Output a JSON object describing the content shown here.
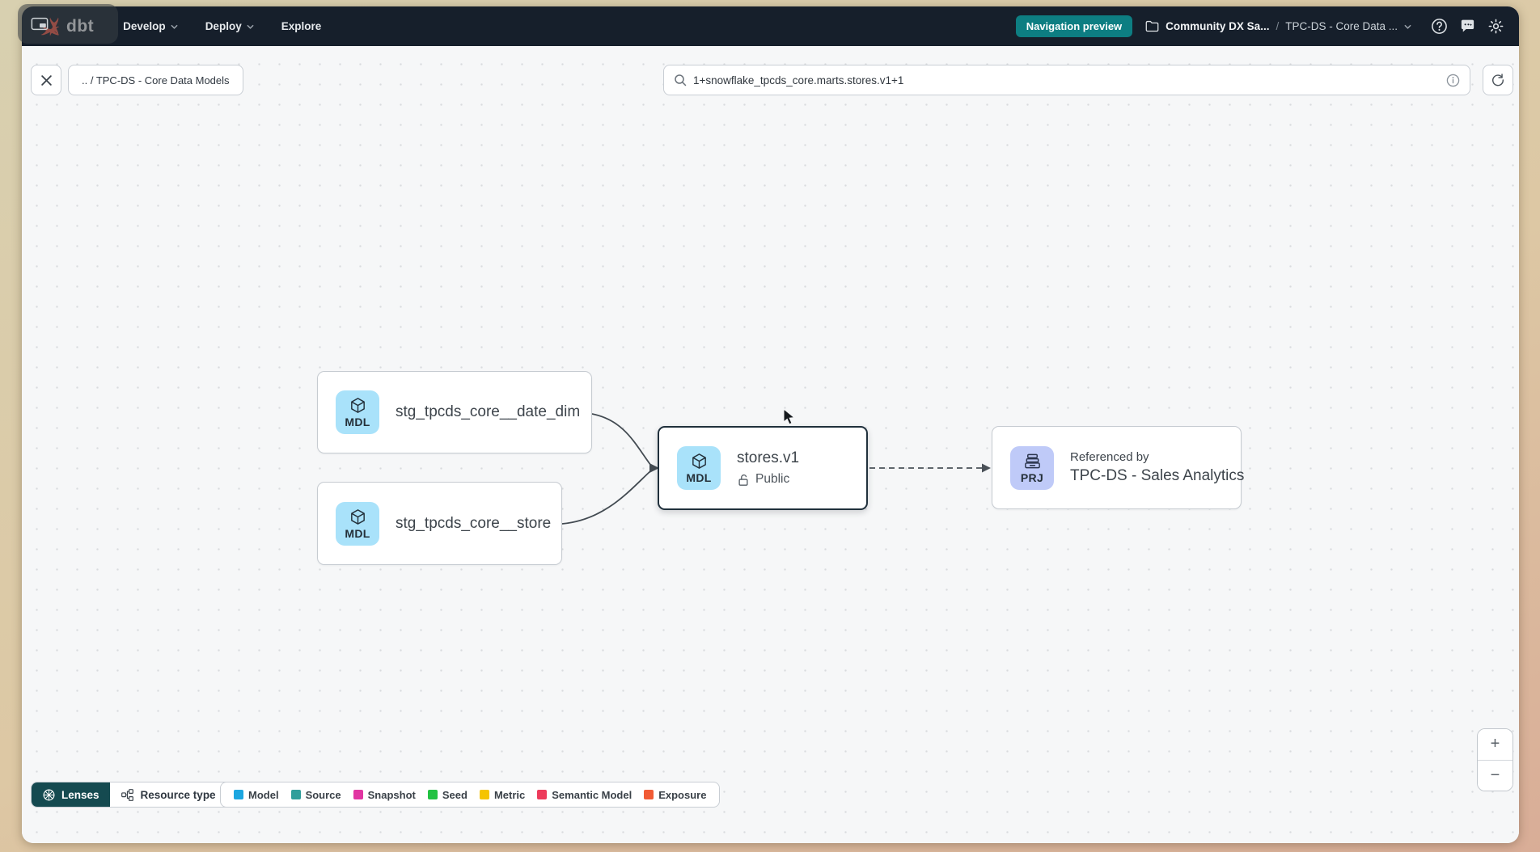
{
  "colors": {
    "accent_teal": "#0D7E82",
    "lenses_teal": "#154A50",
    "mdl_badge": "#A9E2FA",
    "prj_badge": "#BFCAF8",
    "navbar_bg": "#161F2B",
    "dbt_orange": "#FF5C45"
  },
  "navbar": {
    "logo_text": "dbt",
    "menu": [
      {
        "label": "Develop"
      },
      {
        "label": "Deploy"
      },
      {
        "label": "Explore"
      }
    ],
    "preview_badge": "Navigation preview",
    "account": "Community DX Sa...",
    "breadcrumb_sep": "/",
    "project": "TPC-DS - Core Data ..."
  },
  "toolbar": {
    "breadcrumb": ".. / TPC-DS - Core Data Models",
    "search_value": "1+snowflake_tpcds_core.marts.stores.v1+1"
  },
  "graph": {
    "nodes": [
      {
        "badge": "MDL",
        "label": "stg_tpcds_core__date_dim"
      },
      {
        "badge": "MDL",
        "label": "stg_tpcds_core__store"
      },
      {
        "badge": "MDL",
        "label": "stores.v1",
        "access": "Public"
      },
      {
        "badge": "PRJ",
        "caption": "Referenced by",
        "label": "TPC-DS - Sales Analytics"
      }
    ]
  },
  "footer": {
    "lenses": "Lenses",
    "resource_type": "Resource type",
    "legend": [
      {
        "label": "Model",
        "color": "#1CA6E0"
      },
      {
        "label": "Source",
        "color": "#2F9E9B"
      },
      {
        "label": "Snapshot",
        "color": "#E135A2"
      },
      {
        "label": "Seed",
        "color": "#22C242"
      },
      {
        "label": "Metric",
        "color": "#F5C400"
      },
      {
        "label": "Semantic Model",
        "color": "#ED3B5B"
      },
      {
        "label": "Exposure",
        "color": "#F15B35"
      }
    ]
  },
  "zoom": {
    "in": "+",
    "out": "−"
  }
}
